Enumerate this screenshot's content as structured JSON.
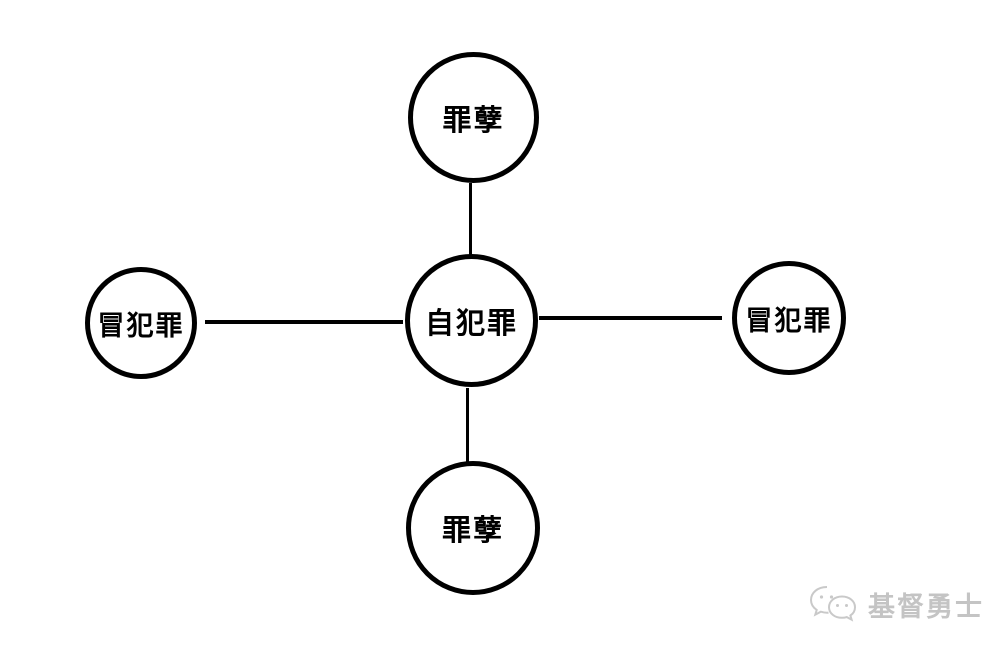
{
  "diagram": {
    "background_color": "#ffffff",
    "stroke_color": "#000000",
    "nodes": [
      {
        "id": "top",
        "label": "罪孽"
      },
      {
        "id": "left",
        "label": "冒犯罪"
      },
      {
        "id": "center",
        "label": "自犯罪"
      },
      {
        "id": "right",
        "label": "冒犯罪"
      },
      {
        "id": "bottom",
        "label": "罪孽"
      }
    ],
    "edges": [
      {
        "from": "top",
        "to": "center"
      },
      {
        "from": "left",
        "to": "center"
      },
      {
        "from": "center",
        "to": "right"
      },
      {
        "from": "center",
        "to": "bottom"
      }
    ]
  },
  "watermark": {
    "brand": "基督勇士",
    "icon": "wechat-icon",
    "text_color": "#c4c4c4"
  }
}
